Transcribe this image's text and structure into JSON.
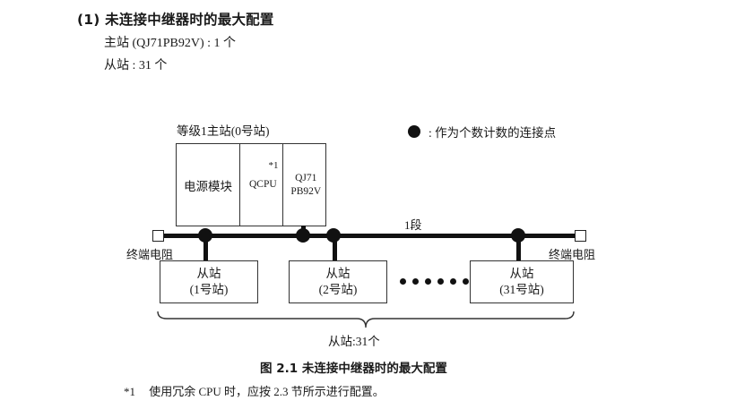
{
  "heading": {
    "number": "(1)",
    "text": "(1) 未连接中继器时的最大配置"
  },
  "spec_lines": {
    "master": "主站 (QJ71PB92V) : 1 个",
    "slave": "从站 : 31 个"
  },
  "legend": {
    "symbol": "filled-circle",
    "text": ": 作为个数计数的连接点"
  },
  "master_rack": {
    "label": "等级1主站(0号站)",
    "cells": [
      {
        "name": "power-supply-module",
        "text": "电源模块"
      },
      {
        "name": "cpu-module",
        "text": "QCPU",
        "footnote": "*1"
      },
      {
        "name": "network-module",
        "line1": "QJ71",
        "line2": "PB92V"
      }
    ]
  },
  "bus": {
    "segment_label": "1段",
    "terminal_resistor_left": "终端电阻",
    "terminal_resistor_right": "终端电阻",
    "connection_dot_count": 4
  },
  "slaves": [
    {
      "title": "从站",
      "station": "(1号站)"
    },
    {
      "title": "从站",
      "station": "(2号站)"
    },
    {
      "title": "从站",
      "station": "(31号站)"
    }
  ],
  "slave_group": {
    "brace_label": "从站:31个"
  },
  "figure": {
    "caption": "图 2.1  未连接中继器时的最大配置"
  },
  "footnote": {
    "mark": "*1",
    "text": "使用冗余 CPU 时，应按 2.3 节所示进行配置。"
  },
  "colors": {
    "ink": "#1a1a1a",
    "line": "#111111",
    "box_border": "#333333",
    "background": "#ffffff"
  }
}
